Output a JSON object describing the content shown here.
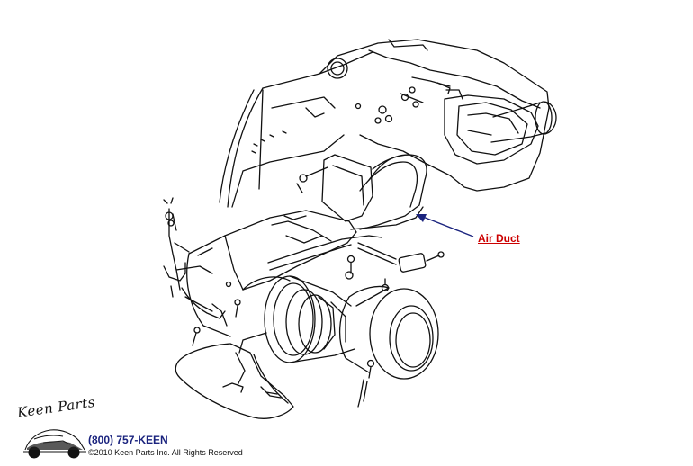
{
  "diagram": {
    "callout": {
      "label": "Air Duct"
    }
  },
  "footer": {
    "logo_text": "Keen Parts",
    "phone": "(800) 757-KEEN",
    "copyright": "©2010 Keen Parts Inc. All Rights Reserved"
  },
  "colors": {
    "callout_text": "#cc0000",
    "callout_arrow": "#1a237e",
    "phone_text": "#1a237e",
    "line_art": "#111111"
  }
}
